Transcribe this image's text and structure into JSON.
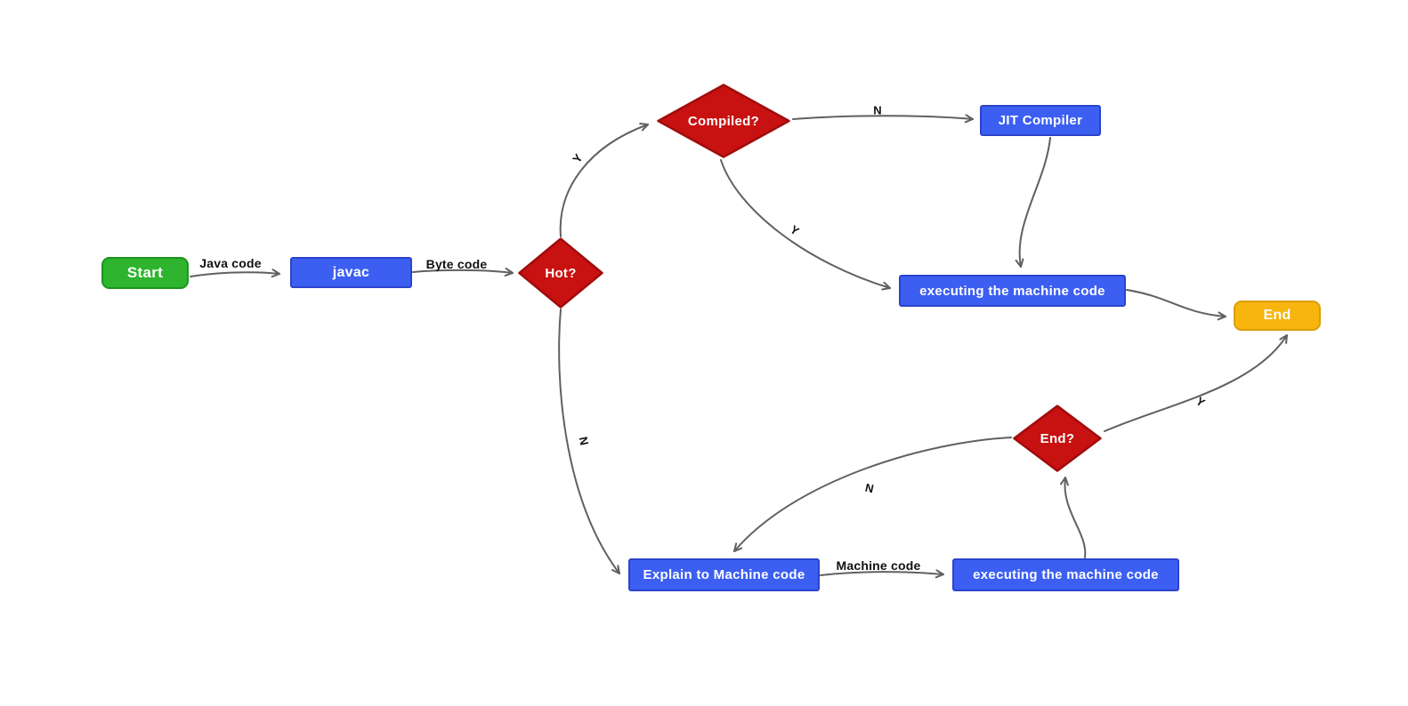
{
  "nodes": {
    "start": {
      "label": "Start",
      "shape": "rounded-rect",
      "fill": "#2eb42e",
      "border": "#1e941e"
    },
    "javac": {
      "label": "javac",
      "shape": "rect",
      "fill": "#3c5ff2",
      "border": "#2b43cc"
    },
    "hot": {
      "label": "Hot?",
      "shape": "diamond",
      "fill": "#c81111",
      "border": "#a00c0c"
    },
    "compiled": {
      "label": "Compiled?",
      "shape": "diamond",
      "fill": "#c81111",
      "border": "#a00c0c"
    },
    "jit": {
      "label": "JIT Compiler",
      "shape": "rect",
      "fill": "#3c5ff2",
      "border": "#2b43cc"
    },
    "exec_upper": {
      "label": "executing the machine code",
      "shape": "rect",
      "fill": "#3c5ff2",
      "border": "#2b43cc"
    },
    "end": {
      "label": "End",
      "shape": "rounded-rect",
      "fill": "#f7b50e",
      "border": "#dd9d04"
    },
    "end_q": {
      "label": "End?",
      "shape": "diamond",
      "fill": "#c81111",
      "border": "#a00c0c"
    },
    "explain": {
      "label": "Explain to Machine code",
      "shape": "rect",
      "fill": "#3c5ff2",
      "border": "#2b43cc"
    },
    "exec_lower": {
      "label": "executing the machine code",
      "shape": "rect",
      "fill": "#3c5ff2",
      "border": "#2b43cc"
    }
  },
  "edge_labels": {
    "java_code": "Java code",
    "byte_code": "Byte code",
    "hot_yes": "Y",
    "hot_no": "N",
    "compiled_no": "N",
    "compiled_yes": "Y",
    "machine_code": "Machine code",
    "endq_yes": "Y",
    "endq_no": "N"
  },
  "colors": {
    "edge": "#606060",
    "label_text": "#111111",
    "node_text": "#ffffff",
    "decision_fill": "#c81111",
    "process_fill": "#3c5ff2",
    "start_fill": "#2eb42e",
    "end_fill": "#f7b50e",
    "background": "#ffffff"
  }
}
